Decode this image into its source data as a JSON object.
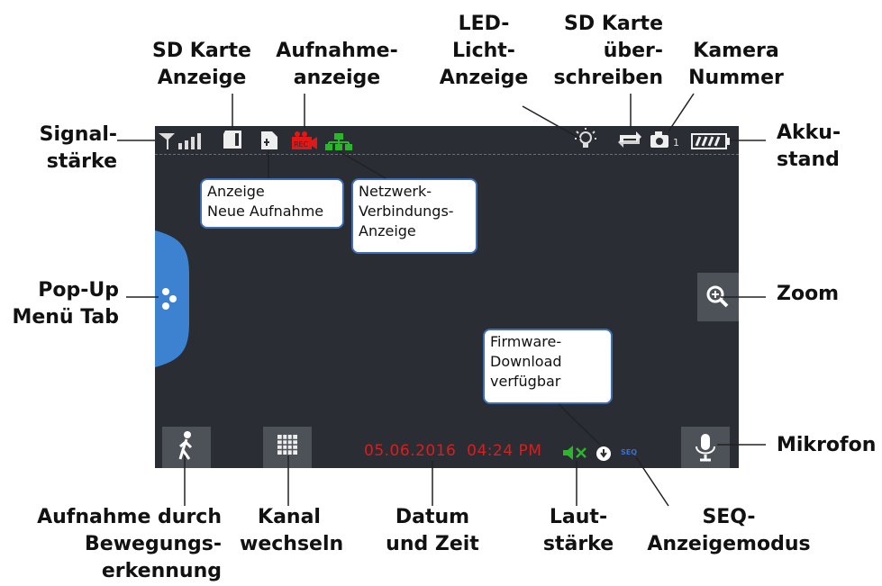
{
  "labels": {
    "signal": [
      "Signal-",
      "stärke"
    ],
    "sd_card": [
      "SD Karte",
      "Anzeige"
    ],
    "recording": [
      "Aufnahme-",
      "anzeige"
    ],
    "led": [
      "LED-",
      "Licht-",
      "Anzeige"
    ],
    "sd_overwrite": [
      "SD Karte",
      "über-",
      "schreiben"
    ],
    "camera_number": [
      "Kamera",
      "Nummer"
    ],
    "battery": [
      "Akku-",
      "stand"
    ],
    "popup": [
      "Pop-Up",
      "Menü Tab"
    ],
    "zoom": "Zoom",
    "microphone": "Mikrofon",
    "motion": [
      "Aufnahme durch",
      "Bewegungs-",
      "erkennung"
    ],
    "channel": [
      "Kanal",
      "wechseln"
    ],
    "datetime": [
      "Datum",
      "und Zeit"
    ],
    "volume": [
      "Laut-",
      "stärke"
    ],
    "seq": [
      "SEQ-",
      "Anzeigemodus"
    ]
  },
  "callouts": {
    "new_recording": [
      "Anzeige",
      "Neue Aufnahme"
    ],
    "network": [
      "Netzwerk-",
      "Verbindungs-",
      "Anzeige"
    ],
    "firmware": [
      "Firmware-",
      "Download",
      "verfügbar"
    ]
  },
  "screen": {
    "date": "05.06.2016",
    "time": "04:24 PM",
    "camera_no": "1",
    "seq": "SEQ"
  },
  "colors": {
    "screen_bg": "#2a2d33",
    "tab_blue": "#3c82d0",
    "date_red": "#d42020",
    "rec_red": "#e01818",
    "net_green": "#2db52d"
  }
}
